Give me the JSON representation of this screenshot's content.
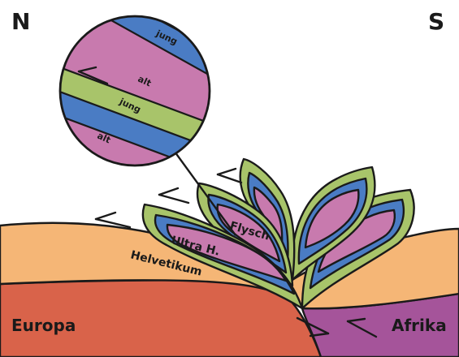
{
  "directions": {
    "north": "N",
    "south": "S"
  },
  "plates": {
    "europa": "Europa",
    "afrika": "Afrika"
  },
  "units": {
    "helvetikum": "Helvetikum",
    "ultra": "Ultra H.",
    "flysch": "Flysch"
  },
  "inset_layers": [
    "jung",
    "alt",
    "jung",
    "alt"
  ],
  "colors": {
    "europa": "#d9634a",
    "afrika": "#a5549a",
    "helvetikum": "#f5b676",
    "green": "#a8c46a",
    "blue": "#4a7cc4",
    "pink": "#c87aae"
  },
  "icons": [
    "thrust-arrow-icon",
    "subduction-arrow-icon"
  ]
}
